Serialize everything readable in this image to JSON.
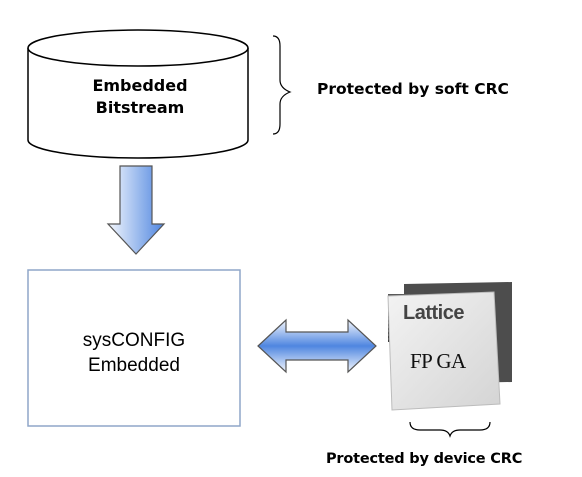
{
  "cylinder": {
    "line1": "Embedded",
    "line2": "Bitstream"
  },
  "soft_crc_label": "Protected by soft CRC",
  "box": {
    "line1": "sysCONFIG",
    "line2": "Embedded"
  },
  "fpga": {
    "brand": "Lattice",
    "type": "FP GA"
  },
  "device_crc_label": "Protected by device CRC",
  "colors": {
    "arrow_fill_light": "#e8eefb",
    "arrow_fill_dark": "#4f86e0",
    "arrow_stroke": "#555555",
    "box_border": "#8fa6c8",
    "chip_dark": "#4d4d4d",
    "chip_face": "#e9e9e9"
  },
  "icons": [
    "cylinder-shape",
    "down-arrow-icon",
    "double-arrow-icon",
    "fpga-chip-icon",
    "brace-icon"
  ]
}
